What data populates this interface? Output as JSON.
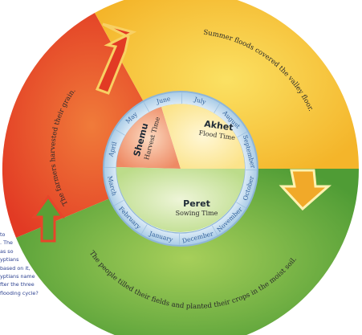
{
  "side_note": {
    "lines": [
      "to",
      ". The",
      "as so",
      "yptians",
      "based on it,",
      "yptians name",
      "fter the three",
      "flooding cycle?"
    ]
  },
  "outer_ring": {
    "red_label": "The farmers harvested their grain.",
    "yellow_label": "Summer floods covered the valley floor.",
    "green_label": "The people tilled their fields and planted their crops in the moist soil.",
    "colors": {
      "red": "#e7452a",
      "yellow": "#f6c634",
      "green": "#6fad3a"
    }
  },
  "months": [
    "June",
    "July",
    "August",
    "September",
    "October",
    "November",
    "December",
    "January",
    "February",
    "March",
    "April",
    "May"
  ],
  "seasons": {
    "akhet": {
      "name": "Akhet",
      "subtitle": "Flood Time"
    },
    "peret": {
      "name": "Peret",
      "subtitle": "Sowing Time"
    },
    "shemu": {
      "name": "Shemu",
      "subtitle": "Harvest Time"
    }
  }
}
